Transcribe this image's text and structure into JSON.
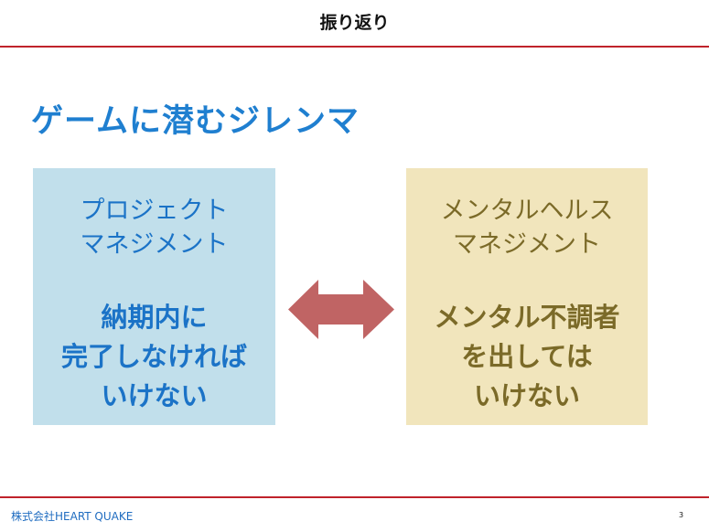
{
  "header": {
    "title": "振り返り"
  },
  "slide": {
    "heading": "ゲームに潜むジレンマ",
    "left_box": {
      "subtitle_line1": "プロジェクト",
      "subtitle_line2": "マネジメント",
      "main_line1": "納期内に",
      "main_line2": "完了しなければ",
      "main_line3": "いけない"
    },
    "right_box": {
      "subtitle_line1": "メンタルヘルス",
      "subtitle_line2": "マネジメント",
      "main_line1": "メンタル不調者",
      "main_line2": "を出しては",
      "main_line3": "いけない"
    },
    "arrow_icon": "double-arrow-icon"
  },
  "footer": {
    "company": "株式会社HEART QUAKE",
    "page_number": "3"
  },
  "colors": {
    "accent_red": "#c0232b",
    "blue": "#1f7fd0",
    "blue_box": "#c1dfeb",
    "yellow_box": "#f1e5bc",
    "arrow": "#c06464"
  }
}
